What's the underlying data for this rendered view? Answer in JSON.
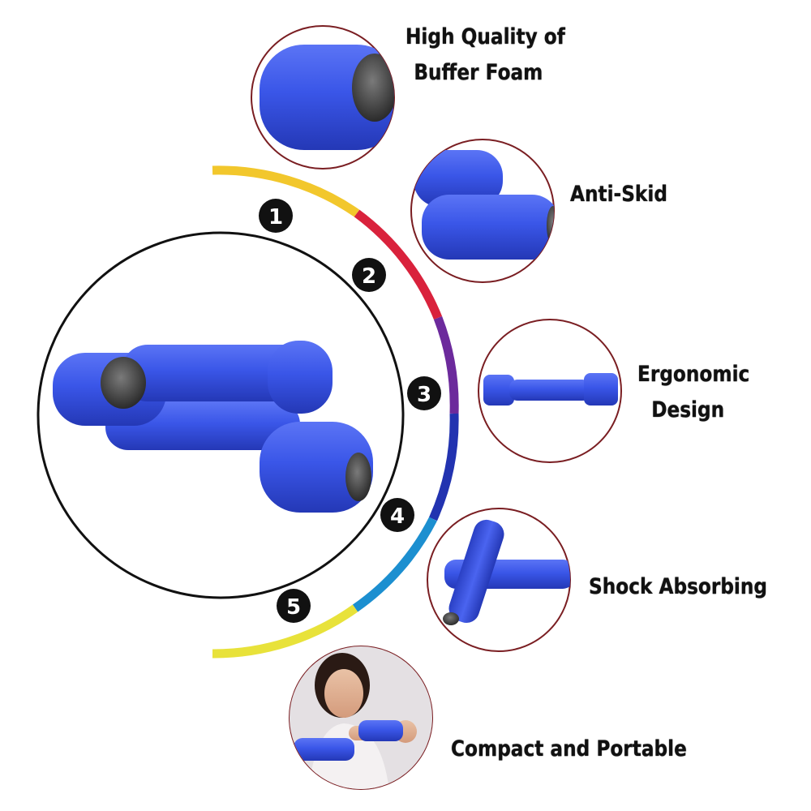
{
  "colors": {
    "blue": "#3a56e8",
    "blue_dark": "#2237b8",
    "ring": "#7a1e22",
    "arc_segments": [
      "#f2c72c",
      "#d9223c",
      "#6c2a9c",
      "#2233b0",
      "#1c8fd0",
      "#e8e23a"
    ]
  },
  "step_numbers": [
    "1",
    "2",
    "3",
    "4",
    "5"
  ],
  "features": [
    {
      "lines": [
        "High Quality of",
        "Buffer Foam"
      ],
      "icon": "foam-closeup-icon"
    },
    {
      "lines": [
        "Anti-Skid"
      ],
      "icon": "anti-skid-icon"
    },
    {
      "lines": [
        "Ergonomic",
        "Design"
      ],
      "icon": "dumbbell-side-icon"
    },
    {
      "lines": [
        "Shock Absorbing"
      ],
      "icon": "crossed-dumbbells-icon"
    },
    {
      "lines": [
        "Compact and Portable"
      ],
      "icon": "woman-exercising-photo"
    }
  ]
}
